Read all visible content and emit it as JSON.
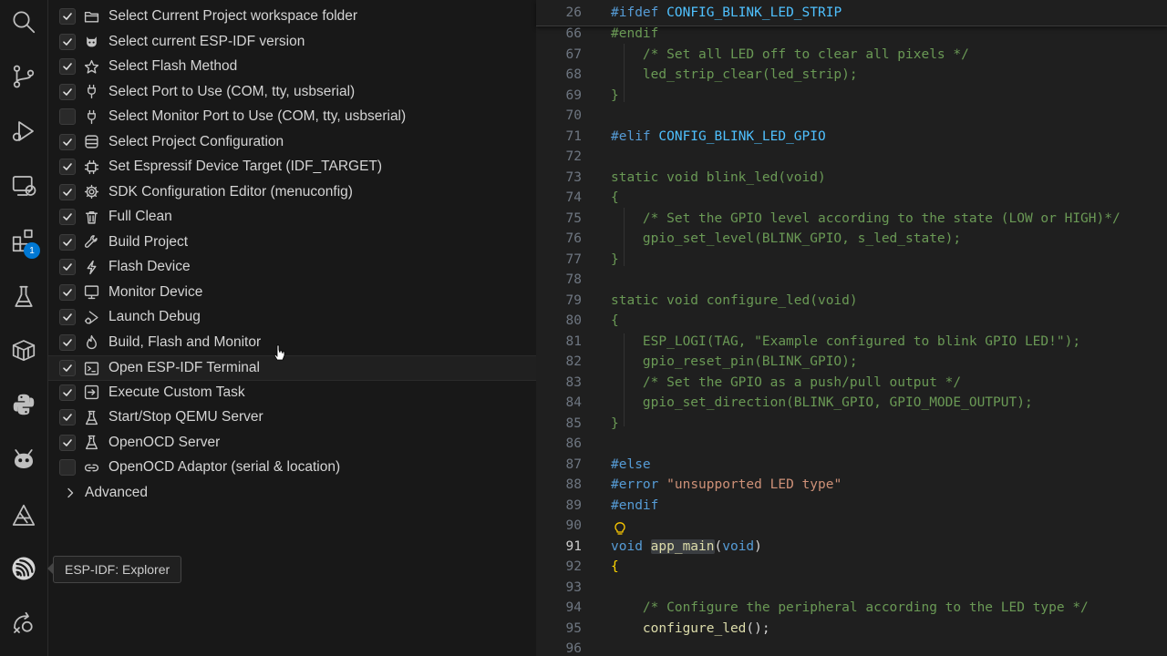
{
  "activity_bar": {
    "icons": [
      "search-icon",
      "source-control-icon",
      "run-debug-icon",
      "remote-explorer-icon",
      "extensions-icon",
      "testing-icon",
      "box-icon",
      "python-icon",
      "platformio-icon",
      "idf-icon",
      "espressif-icon",
      "remote-icon"
    ],
    "extensions_badge": "1"
  },
  "sidebar": {
    "items": [
      {
        "label": "Select Current Project workspace folder",
        "checked": true,
        "icon": "folder-icon"
      },
      {
        "label": "Select current ESP-IDF version",
        "checked": true,
        "icon": "github-icon"
      },
      {
        "label": "Select Flash Method",
        "checked": true,
        "icon": "star-icon"
      },
      {
        "label": "Select Port to Use (COM, tty, usbserial)",
        "checked": true,
        "icon": "plug-icon"
      },
      {
        "label": "Select Monitor Port to Use (COM, tty, usbserial)",
        "checked": false,
        "icon": "plug-icon"
      },
      {
        "label": "Select Project Configuration",
        "checked": true,
        "icon": "database-icon"
      },
      {
        "label": "Set Espressif Device Target (IDF_TARGET)",
        "checked": true,
        "icon": "chip-icon"
      },
      {
        "label": "SDK Configuration Editor (menuconfig)",
        "checked": true,
        "icon": "gear-icon"
      },
      {
        "label": "Full Clean",
        "checked": true,
        "icon": "trash-icon"
      },
      {
        "label": "Build Project",
        "checked": true,
        "icon": "wrench-icon"
      },
      {
        "label": "Flash Device",
        "checked": true,
        "icon": "lightning-icon"
      },
      {
        "label": "Monitor Device",
        "checked": true,
        "icon": "monitor-icon"
      },
      {
        "label": "Launch Debug",
        "checked": true,
        "icon": "debug-icon"
      },
      {
        "label": "Build, Flash and Monitor",
        "checked": true,
        "icon": "flame-icon"
      },
      {
        "label": "Open ESP-IDF Terminal",
        "checked": true,
        "icon": "terminal-icon"
      },
      {
        "label": "Execute Custom Task",
        "checked": true,
        "icon": "run-task-icon"
      },
      {
        "label": "Start/Stop QEMU Server",
        "checked": true,
        "icon": "beaker-icon"
      },
      {
        "label": "OpenOCD Server",
        "checked": true,
        "icon": "beaker-icon"
      },
      {
        "label": "OpenOCD Adaptor (serial & location)",
        "checked": false,
        "icon": "link-icon"
      }
    ],
    "advanced_label": "Advanced",
    "tooltip": "ESP-IDF: Explorer"
  },
  "editor": {
    "sticky": {
      "line": "26",
      "tokens": [
        [
          "pp",
          "#ifdef"
        ],
        [
          "t",
          " "
        ],
        [
          "def",
          "CONFIG_BLINK_LED_STRIP"
        ]
      ]
    },
    "active_line": "91",
    "lines": [
      {
        "n": "66",
        "tokens": [
          [
            "com",
            "#endif"
          ]
        ]
      },
      {
        "n": "67",
        "tokens": [
          [
            "t",
            "    "
          ],
          [
            "com",
            "/* Set all LED off to clear all pixels */"
          ]
        ]
      },
      {
        "n": "68",
        "tokens": [
          [
            "t",
            "    "
          ],
          [
            "com",
            "led_strip_clear(led_strip);"
          ]
        ]
      },
      {
        "n": "69",
        "tokens": [
          [
            "com",
            "}"
          ]
        ]
      },
      {
        "n": "70",
        "tokens": []
      },
      {
        "n": "71",
        "tokens": [
          [
            "pp",
            "#elif"
          ],
          [
            "t",
            " "
          ],
          [
            "def",
            "CONFIG_BLINK_LED_GPIO"
          ]
        ]
      },
      {
        "n": "72",
        "tokens": []
      },
      {
        "n": "73",
        "tokens": [
          [
            "com",
            "static void blink_led(void)"
          ]
        ]
      },
      {
        "n": "74",
        "tokens": [
          [
            "com",
            "{"
          ]
        ]
      },
      {
        "n": "75",
        "tokens": [
          [
            "t",
            "    "
          ],
          [
            "com",
            "/* Set the GPIO level according to the state (LOW or HIGH)*/"
          ]
        ]
      },
      {
        "n": "76",
        "tokens": [
          [
            "t",
            "    "
          ],
          [
            "com",
            "gpio_set_level(BLINK_GPIO, s_led_state);"
          ]
        ]
      },
      {
        "n": "77",
        "tokens": [
          [
            "com",
            "}"
          ]
        ]
      },
      {
        "n": "78",
        "tokens": []
      },
      {
        "n": "79",
        "tokens": [
          [
            "com",
            "static void configure_led(void)"
          ]
        ]
      },
      {
        "n": "80",
        "tokens": [
          [
            "com",
            "{"
          ]
        ]
      },
      {
        "n": "81",
        "tokens": [
          [
            "t",
            "    "
          ],
          [
            "com",
            "ESP_LOGI(TAG, \"Example configured to blink GPIO LED!\");"
          ]
        ]
      },
      {
        "n": "82",
        "tokens": [
          [
            "t",
            "    "
          ],
          [
            "com",
            "gpio_reset_pin(BLINK_GPIO);"
          ]
        ]
      },
      {
        "n": "83",
        "tokens": [
          [
            "t",
            "    "
          ],
          [
            "com",
            "/* Set the GPIO as a push/pull output */"
          ]
        ]
      },
      {
        "n": "84",
        "tokens": [
          [
            "t",
            "    "
          ],
          [
            "com",
            "gpio_set_direction(BLINK_GPIO, GPIO_MODE_OUTPUT);"
          ]
        ]
      },
      {
        "n": "85",
        "tokens": [
          [
            "com",
            "}"
          ]
        ]
      },
      {
        "n": "86",
        "tokens": []
      },
      {
        "n": "87",
        "tokens": [
          [
            "pp",
            "#else"
          ]
        ]
      },
      {
        "n": "88",
        "tokens": [
          [
            "pp",
            "#error"
          ],
          [
            "t",
            " "
          ],
          [
            "str",
            "\"unsupported LED type\""
          ]
        ]
      },
      {
        "n": "89",
        "tokens": [
          [
            "pp",
            "#endif"
          ]
        ]
      },
      {
        "n": "90",
        "tokens": []
      },
      {
        "n": "91",
        "tokens": [
          [
            "ty",
            "void"
          ],
          [
            "t",
            " "
          ],
          [
            "hlfn",
            "app_main"
          ],
          [
            "t",
            "("
          ],
          [
            "ty",
            "void"
          ],
          [
            "t",
            ")"
          ]
        ]
      },
      {
        "n": "92",
        "tokens": [
          [
            "brk",
            "{"
          ]
        ]
      },
      {
        "n": "93",
        "tokens": []
      },
      {
        "n": "94",
        "tokens": [
          [
            "t",
            "    "
          ],
          [
            "com",
            "/* Configure the peripheral according to the LED type */"
          ]
        ]
      },
      {
        "n": "95",
        "tokens": [
          [
            "t",
            "    "
          ],
          [
            "fn",
            "configure_led"
          ],
          [
            "t",
            "();"
          ]
        ]
      },
      {
        "n": "96",
        "tokens": []
      }
    ]
  }
}
